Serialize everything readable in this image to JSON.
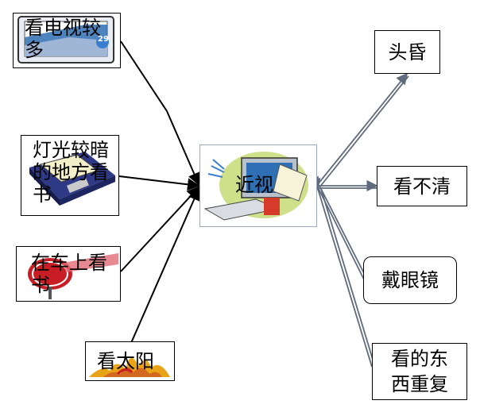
{
  "center": {
    "label": "近视"
  },
  "causes": [
    {
      "label": "看电视较多",
      "icon": "tv-icon",
      "badge": "29"
    },
    {
      "label": "灯光较暗的地方看书",
      "icon": "disk-icon"
    },
    {
      "label": "在车上看书",
      "icon": "stop-sign-icon"
    },
    {
      "label": "看太阳",
      "icon": "fire-icon"
    }
  ],
  "effects": [
    {
      "label": "头昏"
    },
    {
      "label": "看不清"
    },
    {
      "label": "戴眼镜"
    },
    {
      "label": "看的东西重复"
    }
  ],
  "colors": {
    "arrow_left": "#000000",
    "arrow_right": "#5f6b7c",
    "tv": "#2f6fb3",
    "disk": "#2e3a86",
    "stop": "#c81d25",
    "fire": "#e8a317",
    "center_bg": "#cfe08a"
  }
}
